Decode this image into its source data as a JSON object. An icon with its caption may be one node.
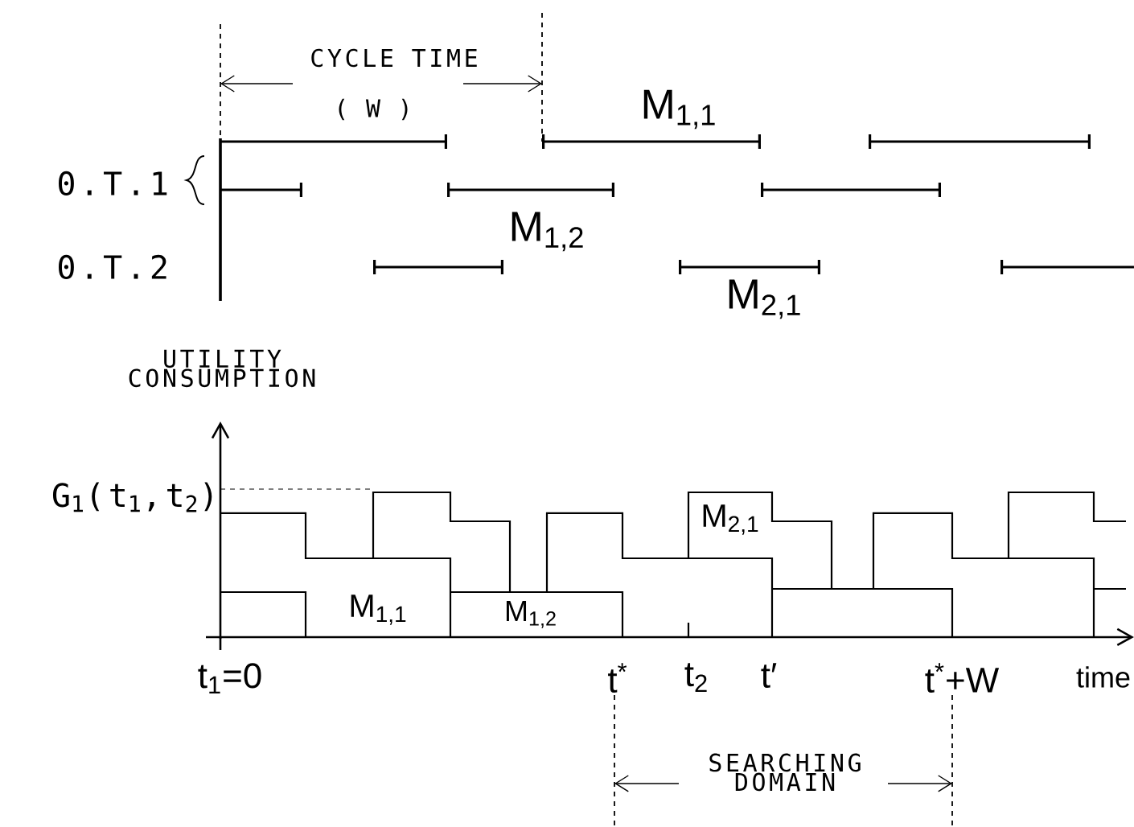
{
  "diagram": {
    "labels": [
      "CYCLE TIME",
      "( W )",
      "M$_{1,1}$",
      "0.T.1",
      "M$_{1,2}$",
      "0.T.2",
      "M$_{2,1}$",
      "UTILITY CONSUMPTION",
      "G$_{1}$(t$_{1}$,t$_{2}$)",
      "M$_{2,1}$",
      "M$_{1,1}$",
      "M$_{1,2}$",
      "t$_{1}$=0",
      "t$^{*}$",
      "t$_{2}$",
      "t′",
      "t$^{*}$+W",
      "time",
      "SEARCHING DOMAIN"
    ]
  }
}
